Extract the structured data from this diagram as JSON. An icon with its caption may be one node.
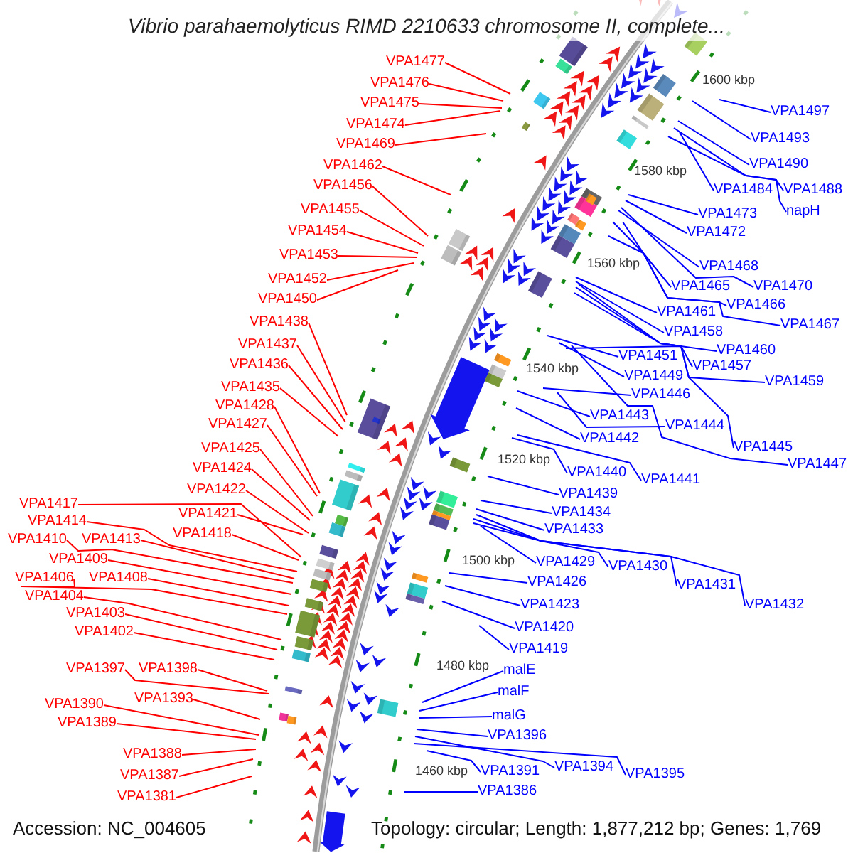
{
  "diagram": {
    "title": "Vibrio parahaemolyticus RIMD 2210633 chromosome II, complete...",
    "nodes": [
      {
        "text": [
          "VPA1477"
        ]
      },
      {
        "text": [
          "VPA1476"
        ]
      },
      {
        "text": [
          "VPA1475"
        ]
      },
      {
        "text": [
          "VPA1474"
        ]
      },
      {
        "text": [
          "VPA1469"
        ]
      },
      {
        "text": [
          "VPA1462"
        ]
      },
      {
        "text": [
          "VPA1456"
        ]
      },
      {
        "text": [
          "VPA1455"
        ]
      },
      {
        "text": [
          "VPA1454"
        ]
      },
      {
        "text": [
          "VPA1453"
        ]
      },
      {
        "text": [
          "VPA1452"
        ]
      },
      {
        "text": [
          "VPA1450"
        ]
      },
      {
        "text": [
          "VPA1438"
        ]
      },
      {
        "text": [
          "VPA1437"
        ]
      },
      {
        "text": [
          "VPA1436"
        ]
      },
      {
        "text": [
          "VPA1435"
        ]
      },
      {
        "text": [
          "VPA1428"
        ]
      },
      {
        "text": [
          "VPA1427"
        ]
      },
      {
        "text": [
          "VPA1425"
        ]
      },
      {
        "text": [
          "VPA1424"
        ]
      },
      {
        "text": [
          "VPA1422"
        ]
      },
      {
        "text": [
          "VPA1421"
        ]
      },
      {
        "text": [
          "VPA1418"
        ]
      },
      {
        "text": [
          "VPA1417"
        ]
      },
      {
        "text": [
          "VPA1414"
        ]
      },
      {
        "text": [
          "VPA1410"
        ]
      },
      {
        "text": [
          "VPA1413"
        ]
      },
      {
        "text": [
          "VPA1409"
        ]
      },
      {
        "text": [
          "VPA1406"
        ]
      },
      {
        "text": [
          "VPA1408"
        ]
      },
      {
        "text": [
          "VPA1404"
        ]
      },
      {
        "text": [
          "VPA1403"
        ]
      },
      {
        "text": [
          "VPA1402"
        ]
      },
      {
        "text": [
          "VPA1397"
        ]
      },
      {
        "text": [
          "VPA1398"
        ]
      },
      {
        "text": [
          "VPA1393"
        ]
      },
      {
        "text": [
          "VPA1390"
        ]
      },
      {
        "text": [
          "VPA1389"
        ]
      },
      {
        "text": [
          "VPA1388"
        ]
      },
      {
        "text": [
          "VPA1387"
        ]
      },
      {
        "text": [
          "VPA1381"
        ]
      },
      {
        "text": [
          "VPA1497"
        ]
      },
      {
        "text": [
          "VPA1493"
        ]
      },
      {
        "text": [
          "VPA1490"
        ]
      },
      {
        "text": [
          "VPA1484"
        ]
      },
      {
        "text": [
          "VPA1488"
        ]
      },
      {
        "text": [
          "napH"
        ]
      },
      {
        "text": [
          "VPA1473"
        ]
      },
      {
        "text": [
          "VPA1472"
        ]
      },
      {
        "text": [
          "VPA1468"
        ]
      },
      {
        "text": [
          "VPA1470"
        ]
      },
      {
        "text": [
          "VPA1465"
        ]
      },
      {
        "text": [
          "VPA1466"
        ]
      },
      {
        "text": [
          "VPA1461"
        ]
      },
      {
        "text": [
          "VPA1467"
        ]
      },
      {
        "text": [
          "VPA1458"
        ]
      },
      {
        "text": [
          "VPA1460"
        ]
      },
      {
        "text": [
          "VPA1451"
        ]
      },
      {
        "text": [
          "VPA1457"
        ]
      },
      {
        "text": [
          "VPA1449"
        ]
      },
      {
        "text": [
          "VPA1459"
        ]
      },
      {
        "text": [
          "VPA1446"
        ]
      },
      {
        "text": [
          "VPA1443"
        ]
      },
      {
        "text": [
          "VPA1444"
        ]
      },
      {
        "text": [
          "VPA1442"
        ]
      },
      {
        "text": [
          "VPA1445"
        ]
      },
      {
        "text": [
          "VPA1447"
        ]
      },
      {
        "text": [
          "VPA1440"
        ]
      },
      {
        "text": [
          "VPA1441"
        ]
      },
      {
        "text": [
          "VPA1439"
        ]
      },
      {
        "text": [
          "VPA1434"
        ]
      },
      {
        "text": [
          "VPA1433"
        ]
      },
      {
        "text": [
          "VPA1429"
        ]
      },
      {
        "text": [
          "VPA1430"
        ]
      },
      {
        "text": [
          "VPA1426"
        ]
      },
      {
        "text": [
          "VPA1431"
        ]
      },
      {
        "text": [
          "VPA1423"
        ]
      },
      {
        "text": [
          "VPA1432"
        ]
      },
      {
        "text": [
          "VPA1420"
        ]
      },
      {
        "text": [
          "VPA1419"
        ]
      },
      {
        "text": [
          "malE"
        ]
      },
      {
        "text": [
          "malF"
        ]
      },
      {
        "text": [
          "malG"
        ]
      },
      {
        "text": [
          "VPA1396"
        ]
      },
      {
        "text": [
          "VPA1394"
        ]
      },
      {
        "text": [
          "VPA1391"
        ]
      },
      {
        "text": [
          "VPA1395"
        ]
      },
      {
        "text": [
          "VPA1386"
        ]
      }
    ],
    "edges": [
      {
        "from": 0,
        "to": null,
        "arrow": "none",
        "color": "#ff0000"
      },
      {
        "from": 1,
        "to": null,
        "arrow": "none",
        "color": "#ff0000"
      },
      {
        "from": 2,
        "to": null,
        "arrow": "none",
        "color": "#ff0000"
      },
      {
        "from": 3,
        "to": null,
        "arrow": "none",
        "color": "#ff0000"
      },
      {
        "from": 4,
        "to": null,
        "arrow": "none",
        "color": "#ff0000"
      },
      {
        "from": 5,
        "to": null,
        "arrow": "none",
        "color": "#ff0000"
      },
      {
        "from": 6,
        "to": null,
        "arrow": "none",
        "color": "#ff0000"
      },
      {
        "from": 7,
        "to": null,
        "arrow": "none",
        "color": "#ff0000"
      },
      {
        "from": 8,
        "to": null,
        "arrow": "none",
        "color": "#ff0000"
      },
      {
        "from": 9,
        "to": null,
        "arrow": "none",
        "color": "#ff0000"
      },
      {
        "from": 10,
        "to": null,
        "arrow": "none",
        "color": "#ff0000"
      },
      {
        "from": 11,
        "to": null,
        "arrow": "none",
        "color": "#ff0000"
      },
      {
        "from": 12,
        "to": null,
        "arrow": "none",
        "color": "#ff0000"
      },
      {
        "from": 13,
        "to": null,
        "arrow": "none",
        "color": "#ff0000"
      },
      {
        "from": 14,
        "to": null,
        "arrow": "none",
        "color": "#ff0000"
      },
      {
        "from": 15,
        "to": null,
        "arrow": "none",
        "color": "#ff0000"
      },
      {
        "from": 16,
        "to": null,
        "arrow": "none",
        "color": "#ff0000"
      },
      {
        "from": 17,
        "to": null,
        "arrow": "none",
        "color": "#ff0000"
      },
      {
        "from": 18,
        "to": null,
        "arrow": "none",
        "color": "#ff0000"
      },
      {
        "from": 19,
        "to": null,
        "arrow": "none",
        "color": "#ff0000"
      },
      {
        "from": 20,
        "to": null,
        "arrow": "none",
        "color": "#ff0000"
      },
      {
        "from": 21,
        "to": null,
        "arrow": "none",
        "color": "#ff0000"
      },
      {
        "from": 22,
        "to": null,
        "arrow": "none",
        "color": "#ff0000"
      },
      {
        "from": 23,
        "to": null,
        "arrow": "none",
        "color": "#ff0000"
      },
      {
        "from": 24,
        "to": null,
        "arrow": "none",
        "color": "#ff0000"
      },
      {
        "from": 25,
        "to": null,
        "arrow": "none",
        "color": "#ff0000"
      },
      {
        "from": 26,
        "to": null,
        "arrow": "none",
        "color": "#ff0000"
      },
      {
        "from": 27,
        "to": null,
        "arrow": "none",
        "color": "#ff0000"
      },
      {
        "from": 28,
        "to": null,
        "arrow": "none",
        "color": "#ff0000"
      },
      {
        "from": 29,
        "to": null,
        "arrow": "none",
        "color": "#ff0000"
      },
      {
        "from": 30,
        "to": null,
        "arrow": "none",
        "color": "#ff0000"
      },
      {
        "from": 31,
        "to": null,
        "arrow": "none",
        "color": "#ff0000"
      },
      {
        "from": 32,
        "to": null,
        "arrow": "none",
        "color": "#ff0000"
      },
      {
        "from": 33,
        "to": null,
        "arrow": "none",
        "color": "#ff0000"
      },
      {
        "from": 34,
        "to": null,
        "arrow": "none",
        "color": "#ff0000"
      },
      {
        "from": 35,
        "to": null,
        "arrow": "none",
        "color": "#ff0000"
      },
      {
        "from": 36,
        "to": null,
        "arrow": "none",
        "color": "#ff0000"
      },
      {
        "from": 37,
        "to": null,
        "arrow": "none",
        "color": "#ff0000"
      },
      {
        "from": 38,
        "to": null,
        "arrow": "none",
        "color": "#ff0000"
      },
      {
        "from": 39,
        "to": null,
        "arrow": "none",
        "color": "#ff0000"
      },
      {
        "from": 40,
        "to": null,
        "arrow": "none",
        "color": "#ff0000"
      },
      {
        "from": 41,
        "to": null,
        "arrow": "none"
      },
      {
        "from": 42,
        "to": null,
        "arrow": "none"
      },
      {
        "from": 43,
        "to": null,
        "arrow": "none"
      },
      {
        "from": 44,
        "to": null,
        "arrow": "none"
      },
      {
        "from": 45,
        "to": null,
        "arrow": "none"
      },
      {
        "from": 46,
        "to": null,
        "arrow": "none"
      },
      {
        "from": 47,
        "to": null,
        "arrow": "none"
      },
      {
        "from": 48,
        "to": null,
        "arrow": "none"
      },
      {
        "from": 49,
        "to": null,
        "arrow": "none"
      },
      {
        "from": 50,
        "to": null,
        "arrow": "none"
      },
      {
        "from": 51,
        "to": null,
        "arrow": "none"
      },
      {
        "from": 52,
        "to": null,
        "arrow": "none"
      },
      {
        "from": 53,
        "to": null,
        "arrow": "none"
      },
      {
        "from": 54,
        "to": null,
        "arrow": "none"
      },
      {
        "from": 55,
        "to": null,
        "arrow": "none"
      },
      {
        "from": 56,
        "to": null,
        "arrow": "none"
      },
      {
        "from": 57,
        "to": null,
        "arrow": "none"
      },
      {
        "from": 58,
        "to": null,
        "arrow": "none"
      },
      {
        "from": 59,
        "to": null,
        "arrow": "none"
      },
      {
        "from": 60,
        "to": null,
        "arrow": "none"
      },
      {
        "from": 61,
        "to": null,
        "arrow": "none"
      },
      {
        "from": 62,
        "to": null,
        "arrow": "none"
      },
      {
        "from": 63,
        "to": null,
        "arrow": "none"
      },
      {
        "from": 64,
        "to": null,
        "arrow": "none"
      },
      {
        "from": 65,
        "to": null,
        "arrow": "none"
      },
      {
        "from": 66,
        "to": null,
        "arrow": "none"
      },
      {
        "from": 67,
        "to": null,
        "arrow": "none"
      },
      {
        "from": 68,
        "to": null,
        "arrow": "none"
      },
      {
        "from": 69,
        "to": null,
        "arrow": "none"
      },
      {
        "from": 70,
        "to": null,
        "arrow": "none"
      },
      {
        "from": 71,
        "to": null,
        "arrow": "none"
      },
      {
        "from": 72,
        "to": null,
        "arrow": "none"
      },
      {
        "from": 73,
        "to": null,
        "arrow": "none"
      },
      {
        "from": 74,
        "to": null,
        "arrow": "none"
      },
      {
        "from": 75,
        "to": null,
        "arrow": "none"
      },
      {
        "from": 76,
        "to": null,
        "arrow": "none"
      },
      {
        "from": 77,
        "to": null,
        "arrow": "none"
      },
      {
        "from": 78,
        "to": null,
        "arrow": "none"
      },
      {
        "from": 79,
        "to": null,
        "arrow": "none"
      },
      {
        "from": 80,
        "to": null,
        "arrow": "none"
      },
      {
        "from": 81,
        "to": null,
        "arrow": "none"
      },
      {
        "from": 82,
        "to": null,
        "arrow": "none"
      },
      {
        "from": 83,
        "to": null,
        "arrow": "none"
      },
      {
        "from": 84,
        "to": null,
        "arrow": "none"
      },
      {
        "from": 85,
        "to": null,
        "arrow": "none"
      },
      {
        "from": 86,
        "to": null,
        "arrow": "none"
      },
      {
        "from": 87,
        "to": null,
        "arrow": "none"
      }
    ],
    "labels": [
      "1600 kbp",
      "1580 kbp",
      "1560 kbp",
      "1540 kbp",
      "1520 kbp",
      "1500 kbp",
      "1480 kbp",
      "1460 kbp",
      "Accession: NC_004605",
      "Topology: circular; Length: 1,877,212 bp; Genes: 1,769"
    ]
  }
}
